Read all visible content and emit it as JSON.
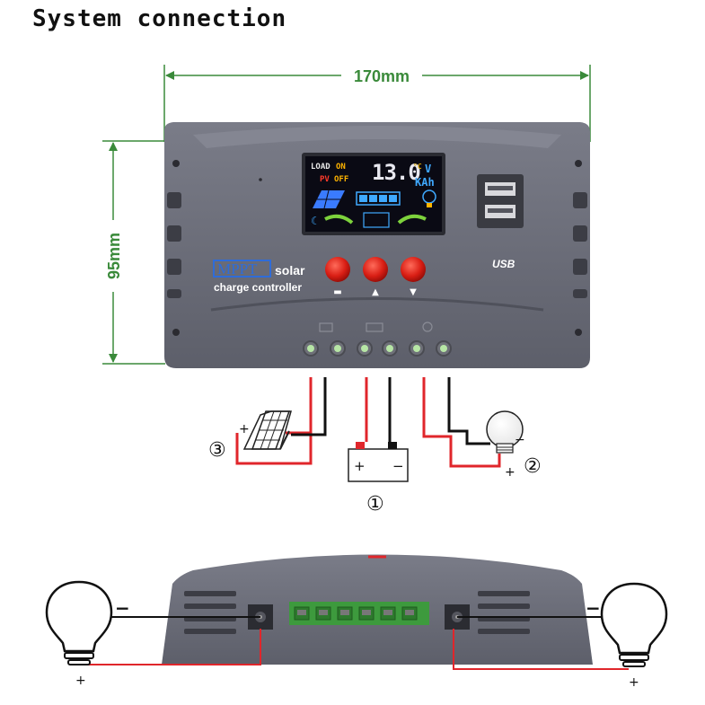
{
  "title": "System connection",
  "dimensions": {
    "width": "170mm",
    "height": "95mm"
  },
  "lcd": {
    "load_label": "LOAD",
    "load_state": "ON",
    "pv_label": "PV",
    "pv_state": "OFF",
    "reading": "13.0",
    "unit_c": "°C",
    "unit_v": "V",
    "unit_kah": "KAh"
  },
  "device": {
    "brand_mppt": "MPPT",
    "brand_solar": "solar",
    "brand_sub": "charge controller",
    "usb_label": "USB"
  },
  "buttons": [
    {
      "name": "menu-button",
      "symbol": "▬"
    },
    {
      "name": "up-button",
      "symbol": "▲"
    },
    {
      "name": "down-button",
      "symbol": "▼"
    }
  ],
  "connections": [
    {
      "marker": "①",
      "device": "battery",
      "plus": "+",
      "minus": "−"
    },
    {
      "marker": "②",
      "device": "load-lamp",
      "plus": "+",
      "minus": "−"
    },
    {
      "marker": "③",
      "device": "solar-panel",
      "plus": "+"
    }
  ],
  "bottom": {
    "left_minus": "−",
    "left_plus": "+",
    "right_minus": "−",
    "right_plus": "+"
  },
  "colors": {
    "dimension": "#3a8a3a",
    "housing": "#6b6d78",
    "wire_positive": "#e0262b",
    "wire_negative": "#111111",
    "lcd_bg": "#0a0a14"
  }
}
